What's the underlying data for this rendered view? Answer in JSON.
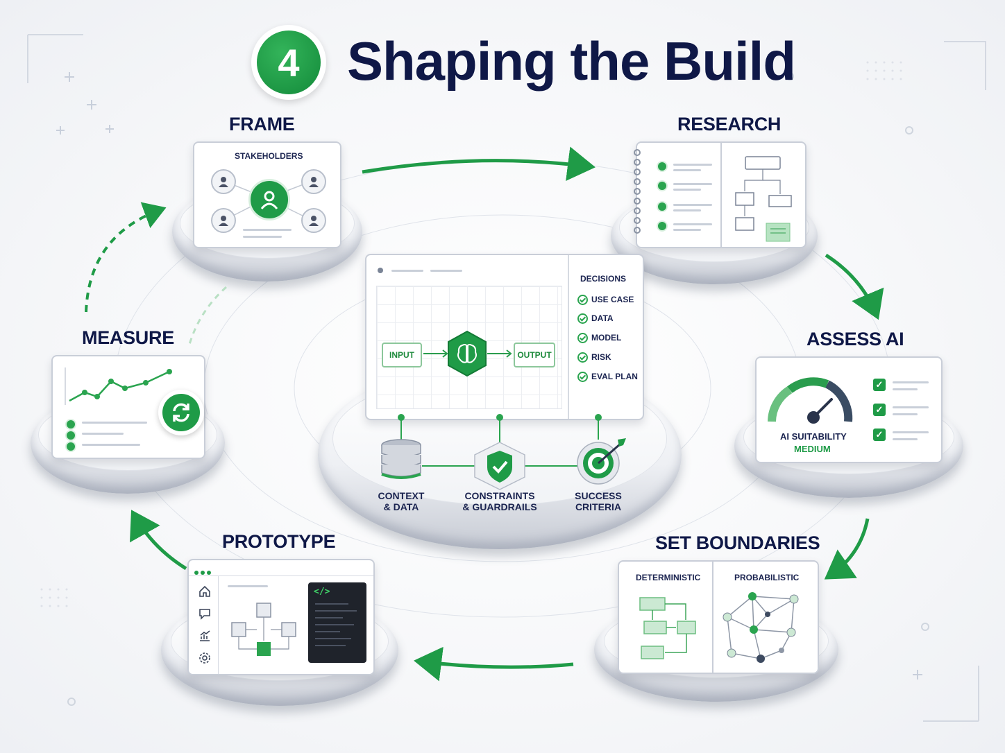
{
  "title": {
    "number": "4",
    "text": "Shaping the Build"
  },
  "stages": {
    "frame": {
      "label": "FRAME",
      "card_title": "STAKEHOLDERS"
    },
    "research": {
      "label": "RESEARCH"
    },
    "assess": {
      "label": "ASSESS AI",
      "meter_label": "AI SUITABILITY",
      "meter_value": "MEDIUM"
    },
    "boundaries": {
      "label": "SET BOUNDARIES",
      "left_title": "DETERMINISTIC",
      "right_title": "PROBABILISTIC"
    },
    "prototype": {
      "label": "PROTOTYPE",
      "code_glyph": "</>"
    },
    "measure": {
      "label": "MEASURE"
    }
  },
  "center": {
    "input_label": "INPUT",
    "output_label": "OUTPUT",
    "decisions_title": "DECISIONS",
    "decisions": [
      "USE CASE",
      "DATA",
      "MODEL",
      "RISK",
      "EVAL PLAN"
    ],
    "pillars": [
      "CONTEXT\n& DATA",
      "CONSTRAINTS\n& GUARDRAILS",
      "SUCCESS\nCRITERIA"
    ]
  },
  "colors": {
    "accent": "#1f9b47",
    "title": "#0f1847",
    "border": "#c9ced8"
  },
  "icons": [
    "user-icon",
    "brain-icon",
    "database-icon",
    "shield-check-icon",
    "target-icon",
    "refresh-icon",
    "home-icon",
    "chat-icon",
    "chart-icon",
    "gear-icon",
    "code-icon",
    "gauge-icon"
  ]
}
